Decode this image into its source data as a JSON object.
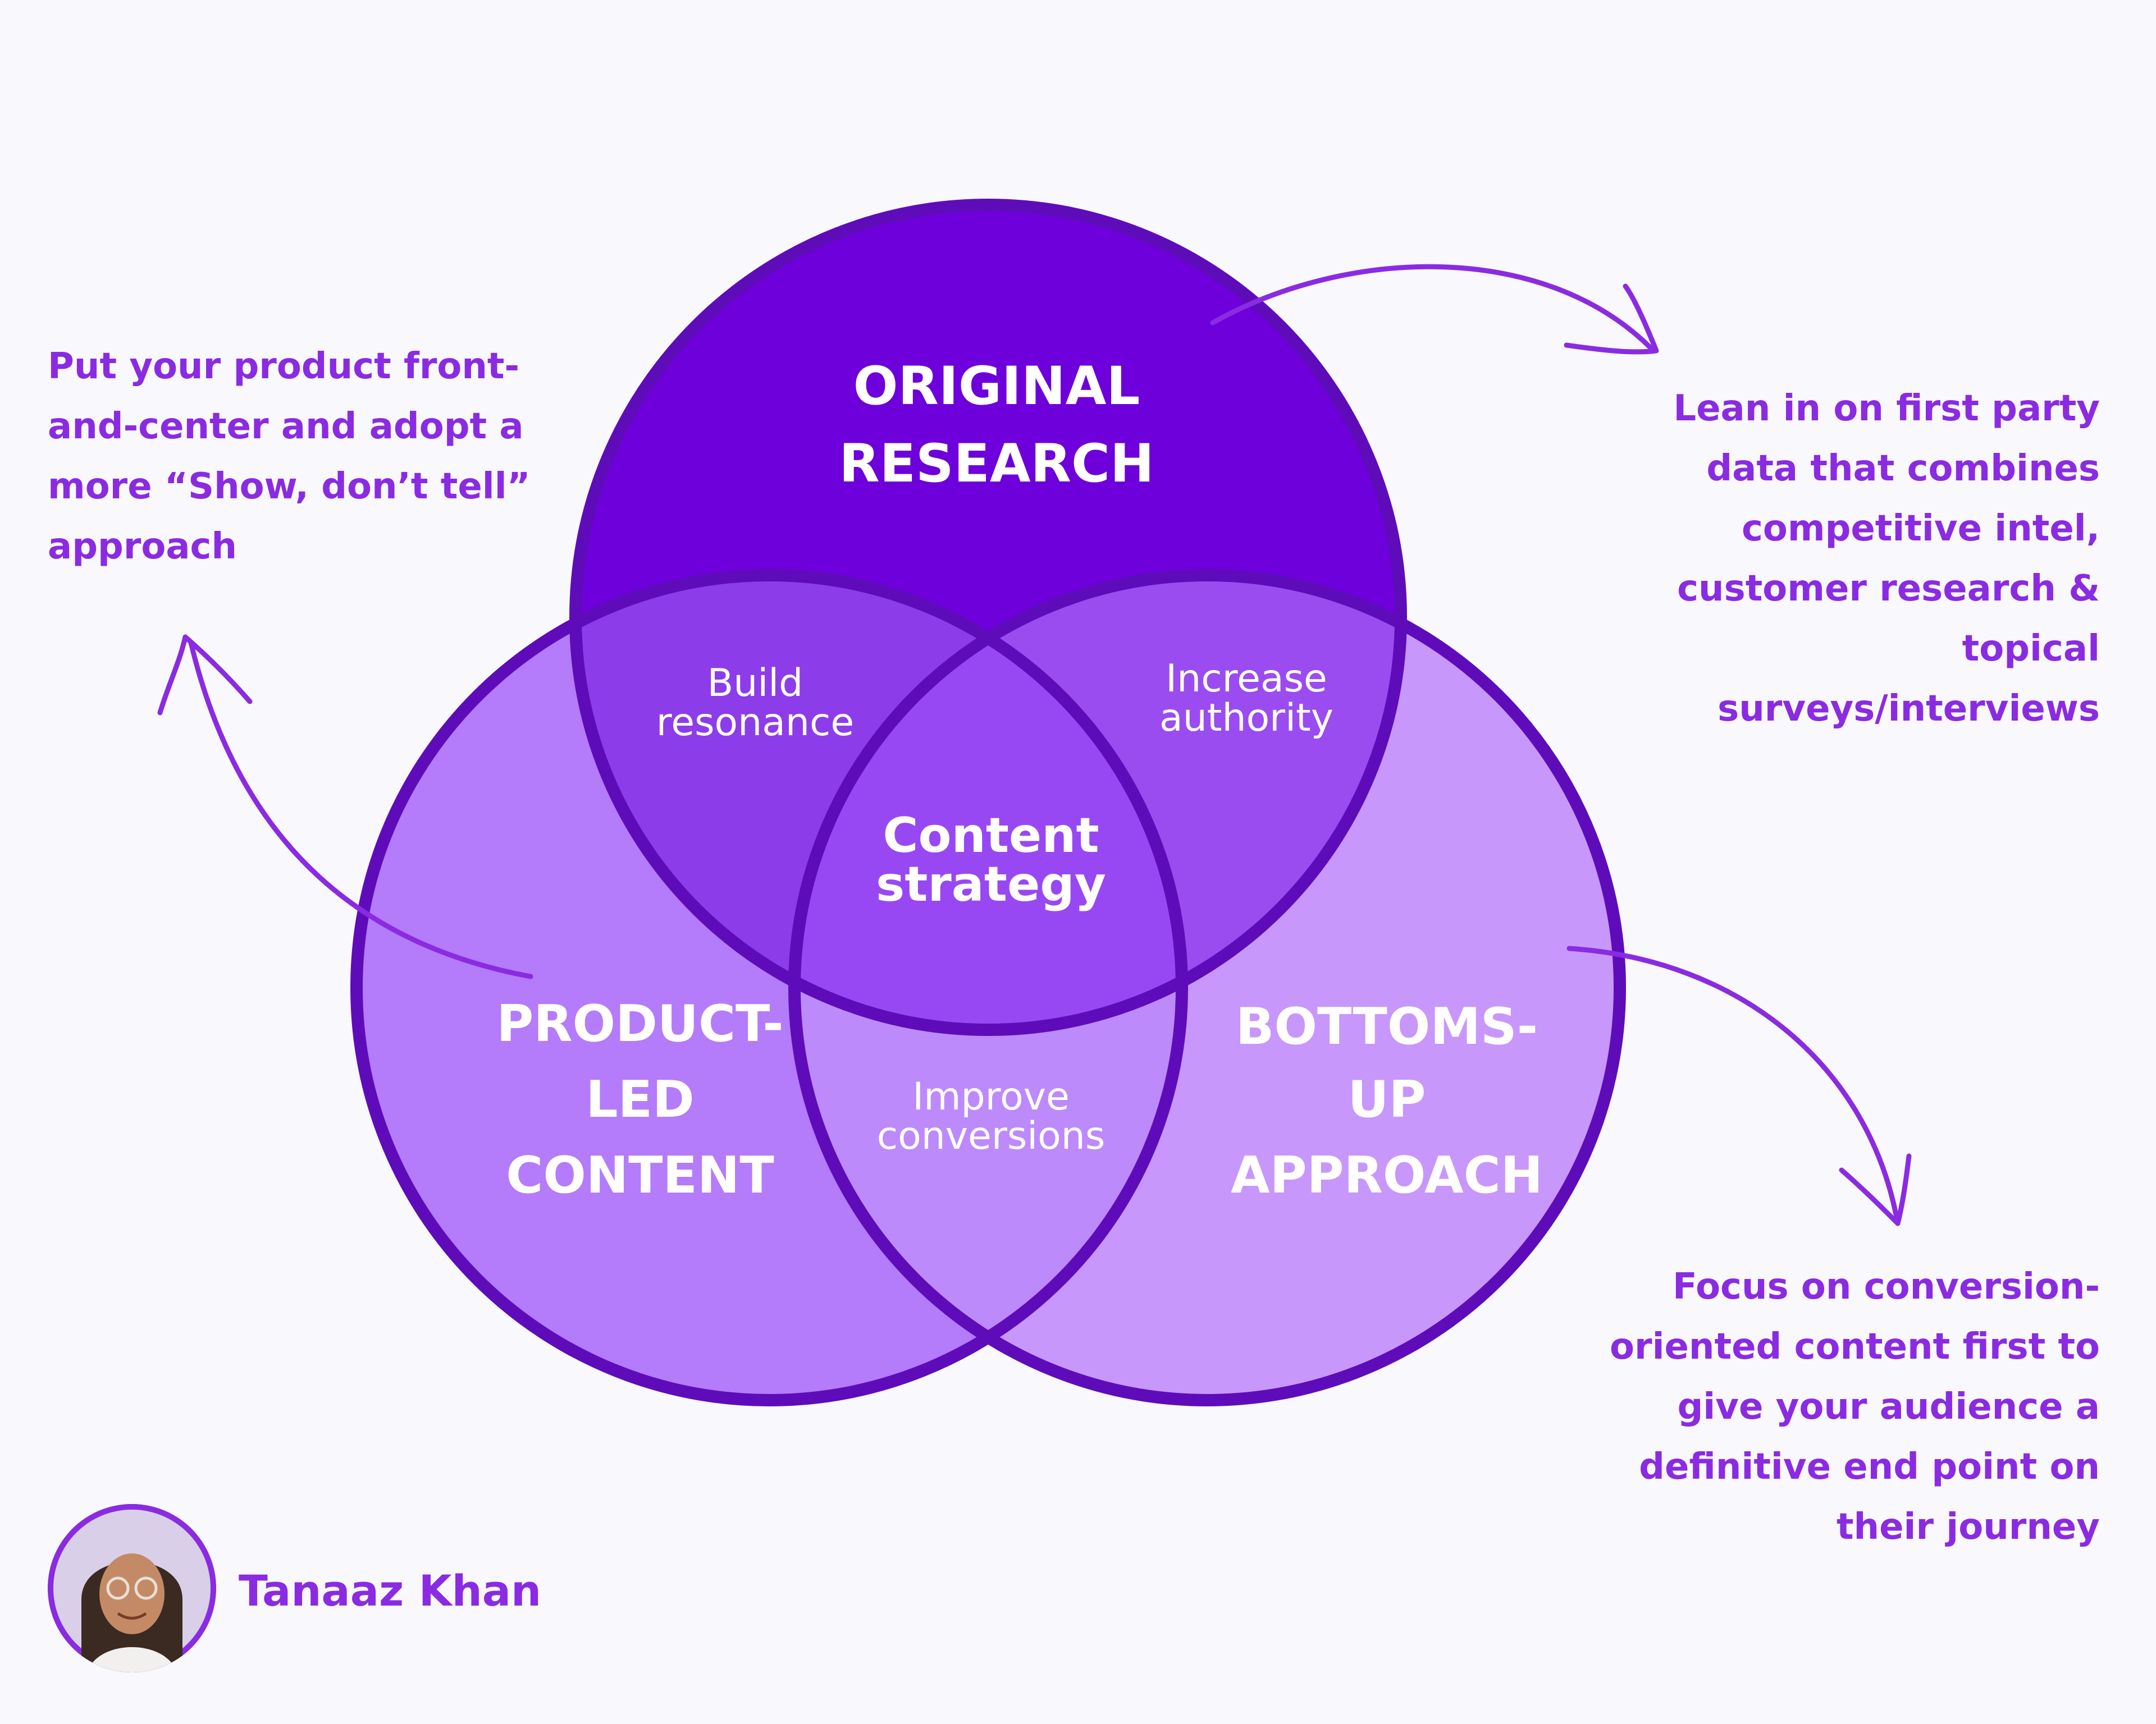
{
  "colors": {
    "background": "#f9f8fc",
    "accent": "#8a2be2",
    "stroke": "#5e0cba",
    "research": "#6d00db",
    "product": "#b47bfa",
    "bottoms": "#c797fc",
    "overlap_research_product": "#8d3cea",
    "overlap_research_bottoms": "#9a4cf0",
    "overlap_product_bottoms": "#bd8afb",
    "center": "#9848f3"
  },
  "venn": {
    "research": {
      "line1": "ORIGINAL",
      "line2": "RESEARCH"
    },
    "product": {
      "line1": "PRODUCT-",
      "line2": "LED",
      "line3": "CONTENT"
    },
    "bottoms": {
      "line1": "BOTTOMS-",
      "line2": "UP",
      "line3": "APPROACH"
    },
    "overlap_research_product": {
      "line1": "Build",
      "line2": "resonance"
    },
    "overlap_research_bottoms": {
      "line1": "Increase",
      "line2": "authority"
    },
    "overlap_product_bottoms": {
      "line1": "Improve",
      "line2": "conversions"
    },
    "center": {
      "line1": "Content",
      "line2": "strategy"
    }
  },
  "notes": {
    "left": "Put your product front-\nand-center and adopt a\nmore “Show, don’t tell”\napproach",
    "top_right": "Lean in on first party\ndata that combines\ncompetitive intel,\ncustomer research &\ntopical\nsurveys/interviews",
    "bottom_right": "Focus on conversion-\noriented content first to\ngive your audience a\ndefinitive end point on\ntheir journey"
  },
  "author": {
    "name": "Tanaaz Khan"
  }
}
